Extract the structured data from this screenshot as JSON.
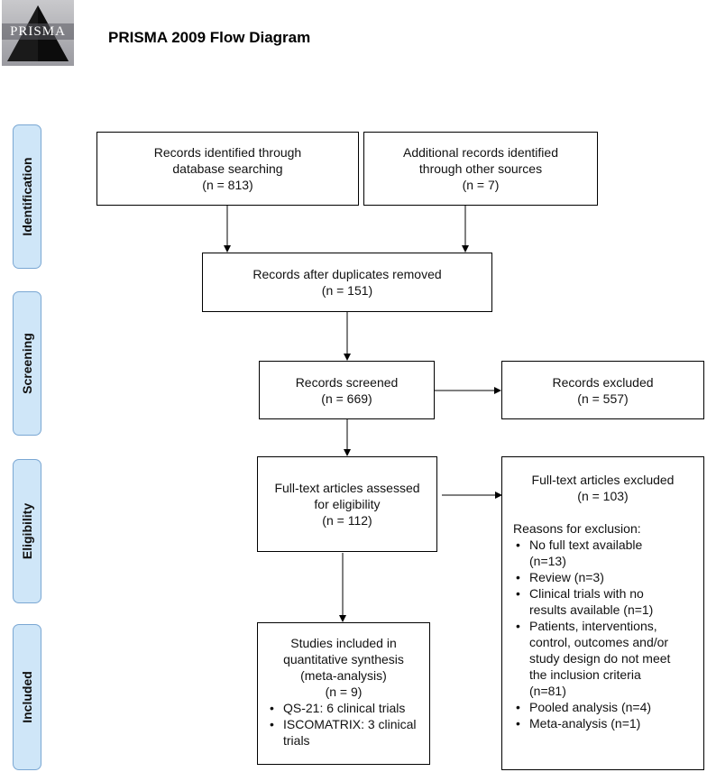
{
  "header": {
    "logo_text": "PRISMA",
    "title": "PRISMA 2009 Flow Diagram"
  },
  "phases": {
    "identification": "Identification",
    "screening": "Screening",
    "eligibility": "Eligibility",
    "included": "Included"
  },
  "boxes": {
    "db_records": {
      "line1": "Records identified through",
      "line2": "database searching",
      "count": "(n = 813)"
    },
    "other_records": {
      "line1": "Additional records identified",
      "line2": "through other sources",
      "count": "(n = 7)"
    },
    "after_duplicates": {
      "line1": "Records after duplicates removed",
      "count": "(n = 151)"
    },
    "screened": {
      "line1": "Records screened",
      "count": "(n = 669)"
    },
    "excluded": {
      "line1": "Records excluded",
      "count": "(n = 557)"
    },
    "fulltext_assessed": {
      "line1": "Full-text articles assessed",
      "line2": "for eligibility",
      "count": "(n = 112)"
    },
    "fulltext_excluded": {
      "line1": "Full-text articles excluded",
      "count": "(n = 103)",
      "reasons_heading": "Reasons for exclusion:",
      "reasons": [
        "No full text available\n(n=13)",
        "Review (n=3)",
        "Clinical trials with no\nresults available (n=1)",
        "Patients, interventions,\ncontrol, outcomes and/or\nstudy design do not meet\nthe inclusion criteria\n(n=81)",
        "Pooled analysis (n=4)",
        "Meta-analysis (n=1)"
      ]
    },
    "included": {
      "line1": "Studies included in",
      "line2": "quantitative synthesis",
      "line3": "(meta-analysis)",
      "count": "(n = 9)",
      "items": [
        "QS-21: 6 clinical trials",
        "ISCOMATRIX: 3 clinical\ntrials"
      ]
    }
  }
}
